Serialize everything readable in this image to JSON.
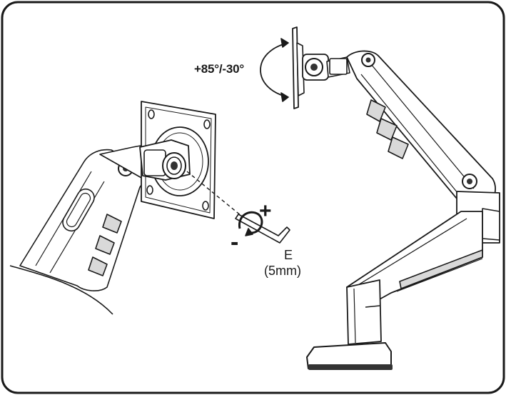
{
  "diagram": {
    "tilt_range_label": "+85°/-30°",
    "hex_key": {
      "letter": "E",
      "size": "(5mm)"
    },
    "rotation_signs": {
      "plus": "+",
      "minus": "-"
    },
    "colors": {
      "line": "#1a1a1a",
      "fill": "#ffffff",
      "shade": "#d9d9d9",
      "dark": "#333333"
    }
  }
}
